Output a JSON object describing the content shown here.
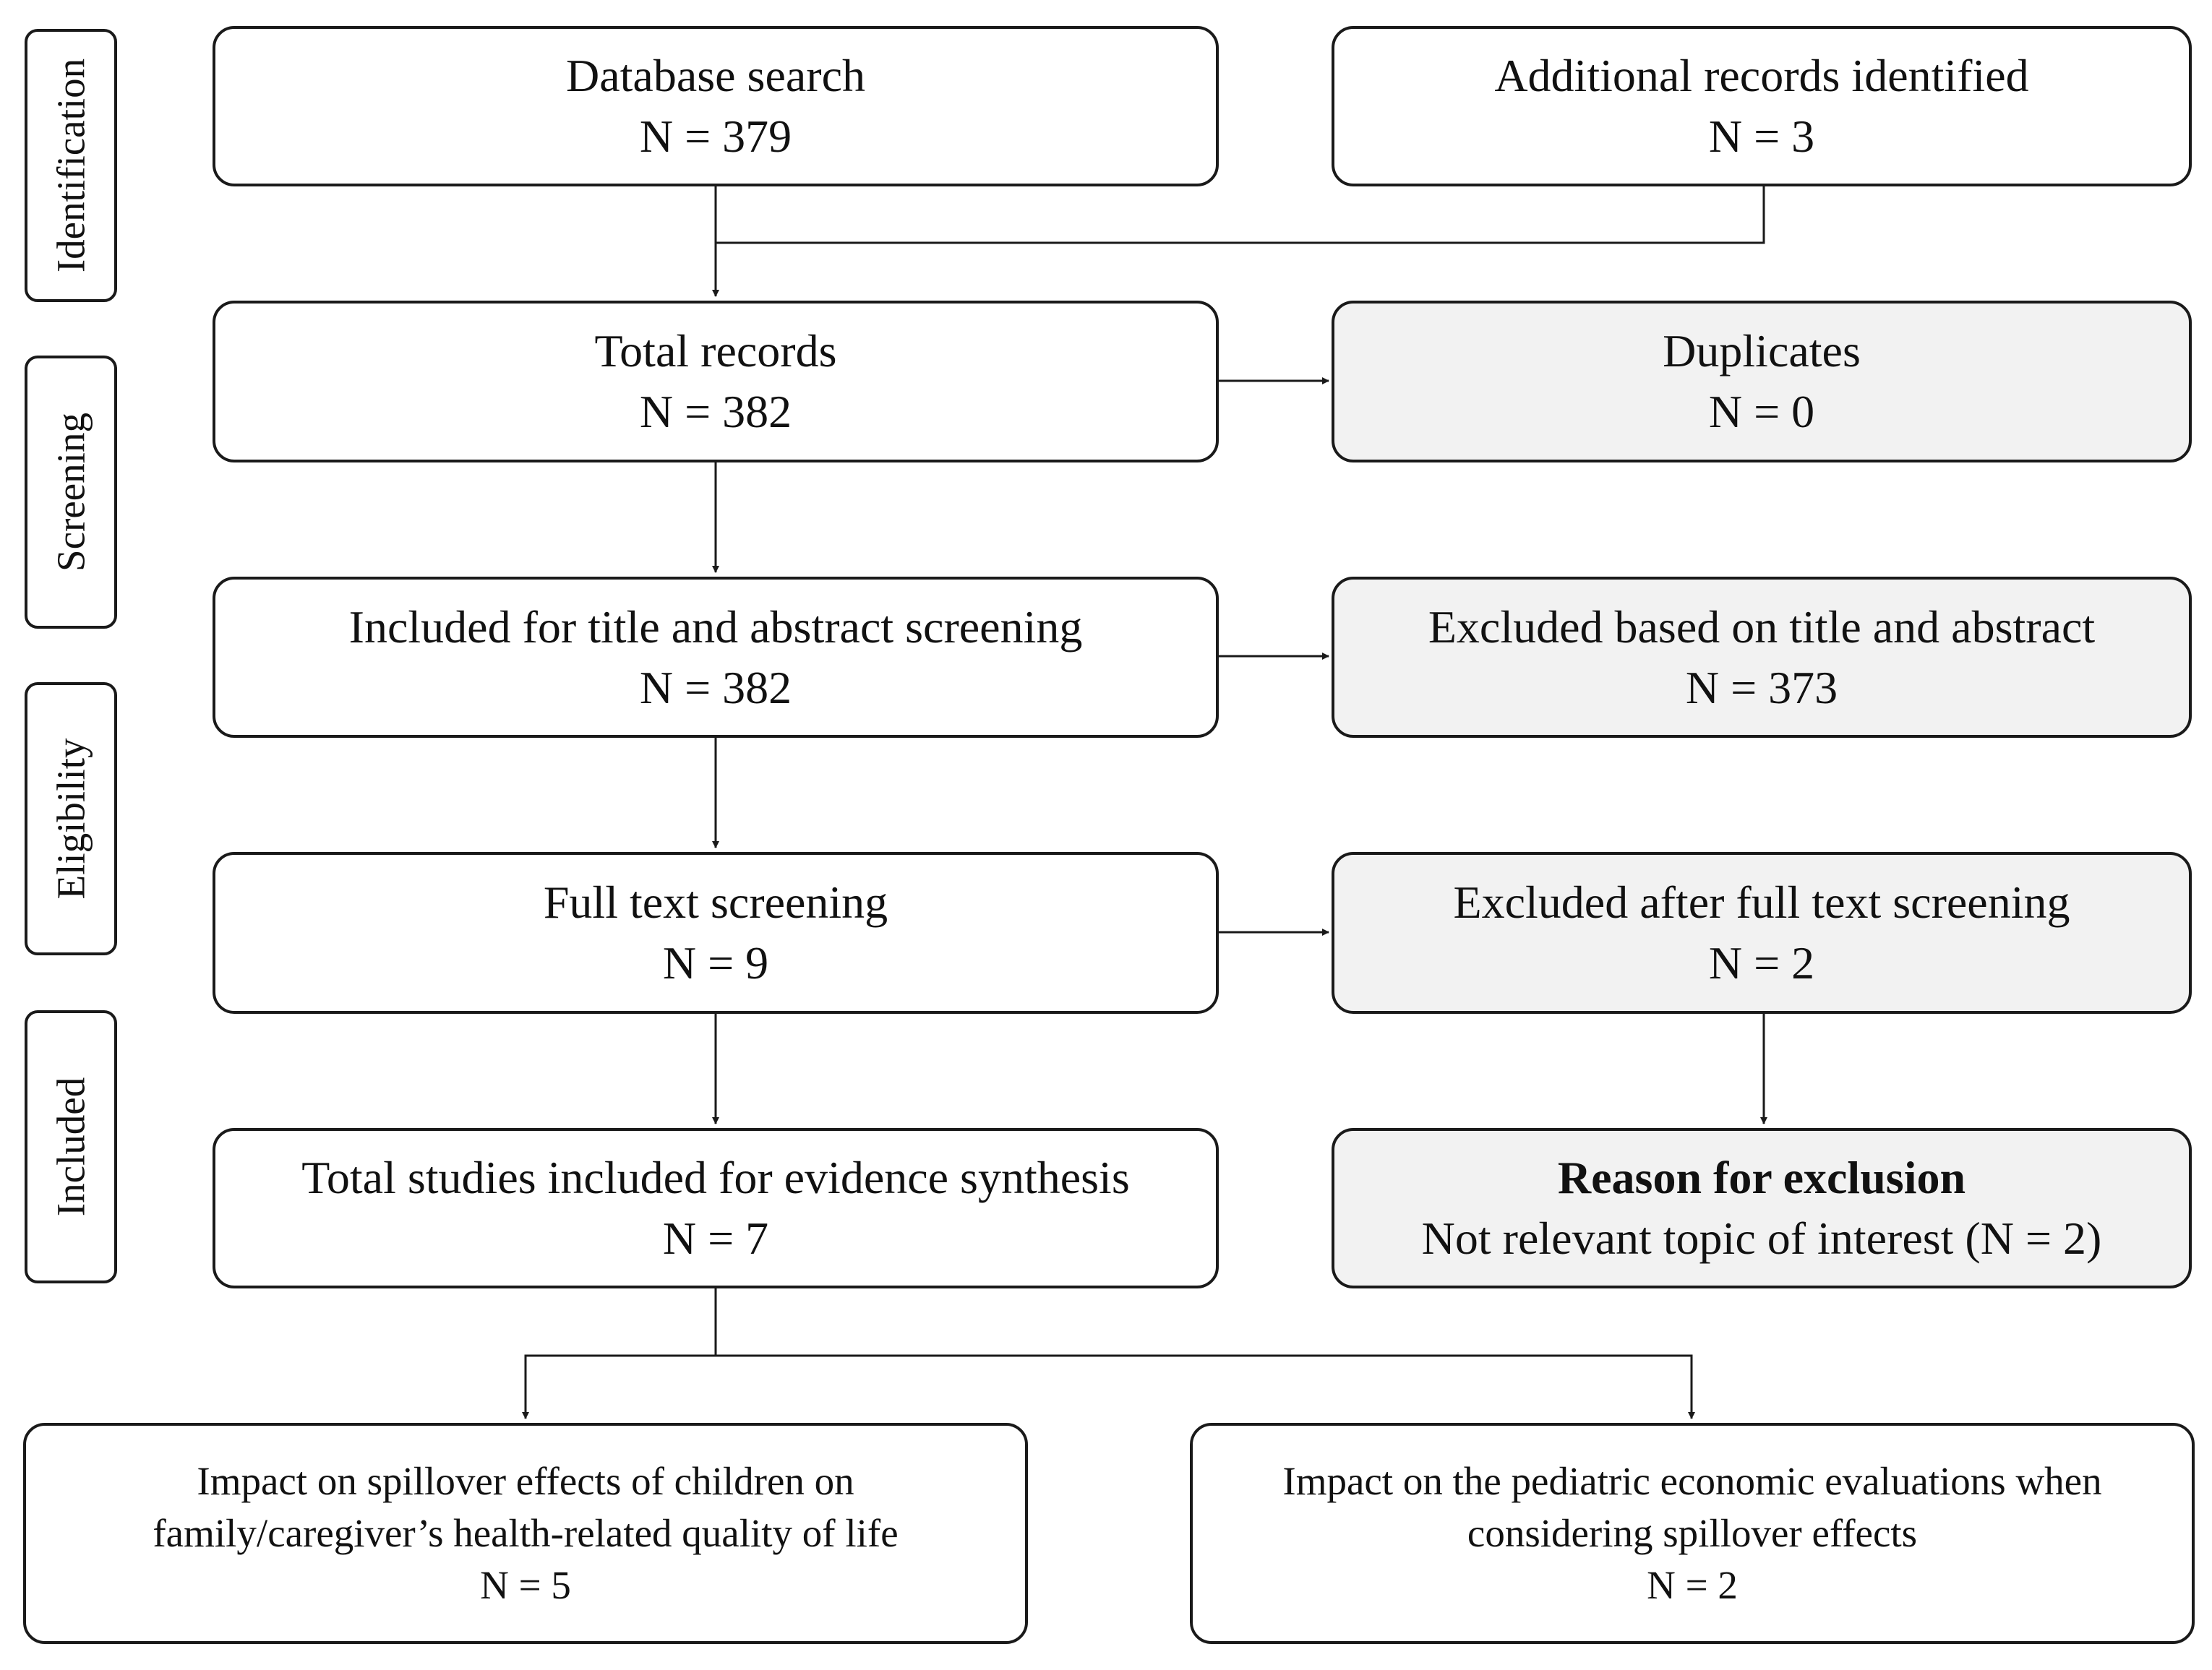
{
  "phases": {
    "identification": "Identification",
    "screening": "Screening",
    "eligibility": "Eligibility",
    "included": "Included"
  },
  "boxes": {
    "database_search": {
      "title": "Database search",
      "count": "N = 379"
    },
    "additional_records": {
      "title": "Additional records identified",
      "count": "N = 3"
    },
    "total_records": {
      "title": "Total records",
      "count": "N = 382"
    },
    "duplicates": {
      "title": "Duplicates",
      "count": "N = 0"
    },
    "title_abstract_screening": {
      "title": "Included for title and abstract screening",
      "count": "N = 382"
    },
    "excluded_title_abstract": {
      "title": "Excluded based on title and abstract",
      "count": "N = 373"
    },
    "full_text_screening": {
      "title": "Full text screening",
      "count": "N = 9"
    },
    "excluded_full_text": {
      "title": "Excluded after full text screening",
      "count": "N = 2"
    },
    "studies_included": {
      "title": "Total studies included for evidence synthesis",
      "count": "N = 7"
    },
    "reason_exclusion": {
      "title": "Reason for exclusion",
      "detail": "Not relevant topic of interest (N = 2)"
    },
    "spillover_hrqol": {
      "line1": "Impact on spillover effects of children on",
      "line2": "family/caregiver’s health-related quality of life",
      "count": "N = 5"
    },
    "pediatric_econ": {
      "line1": "Impact on the pediatric economic evaluations when",
      "line2": "considering spillover effects",
      "count": "N = 2"
    }
  },
  "colors": {
    "line": "#1a1a1a",
    "grey_fill": "#f2f2f2"
  }
}
